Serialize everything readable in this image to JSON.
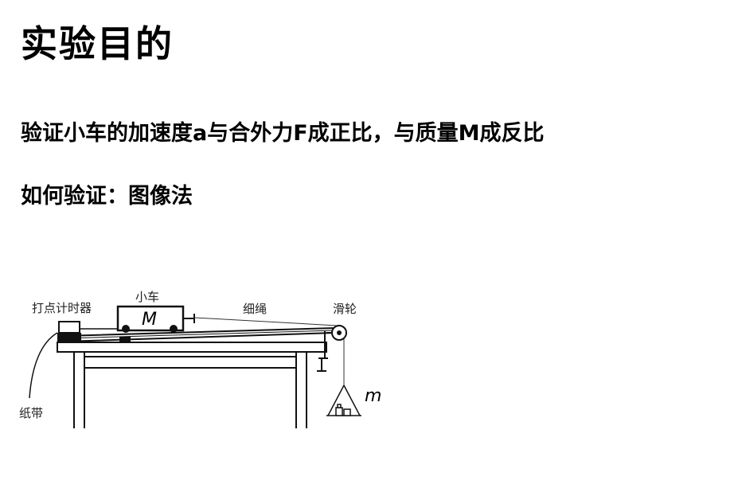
{
  "title": "实验目的",
  "objective": "验证小车的加速度a与合外力F成正比，与质量M成反比",
  "method": "如何验证：图像法",
  "diagram": {
    "labels": {
      "timer": "打点计时器",
      "cart": "小车",
      "cart_mass": "M",
      "string": "细绳",
      "pulley": "滑轮",
      "tape": "纸带",
      "hanging_mass": "m"
    }
  }
}
